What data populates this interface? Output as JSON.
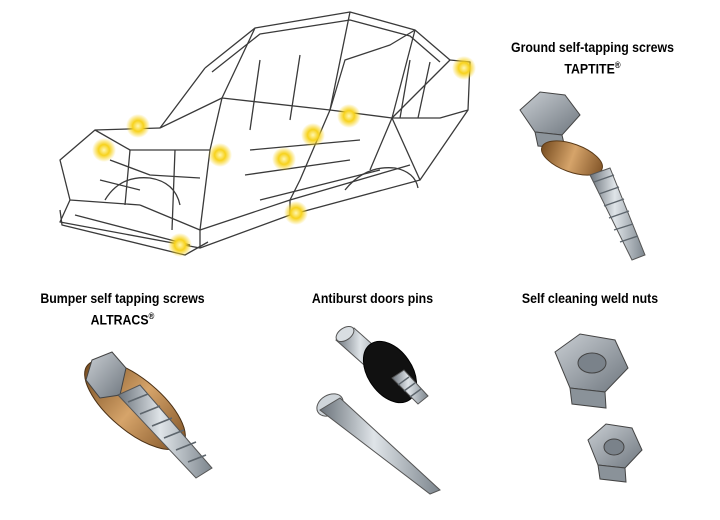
{
  "labels": {
    "taptite_line1": "Ground self-tapping screws",
    "taptite_line2": "TAPTITE",
    "bumper_line1": "Bumper self tapping screws",
    "bumper_line2": "ALTRACS",
    "pins": "Antiburst doors pins",
    "nuts": "Self cleaning weld nuts",
    "registered": "®"
  },
  "colors": {
    "highlight": "#f7d21c",
    "metal": "#9aa3ab",
    "copper": "#b07a3e",
    "black": "#111111"
  }
}
